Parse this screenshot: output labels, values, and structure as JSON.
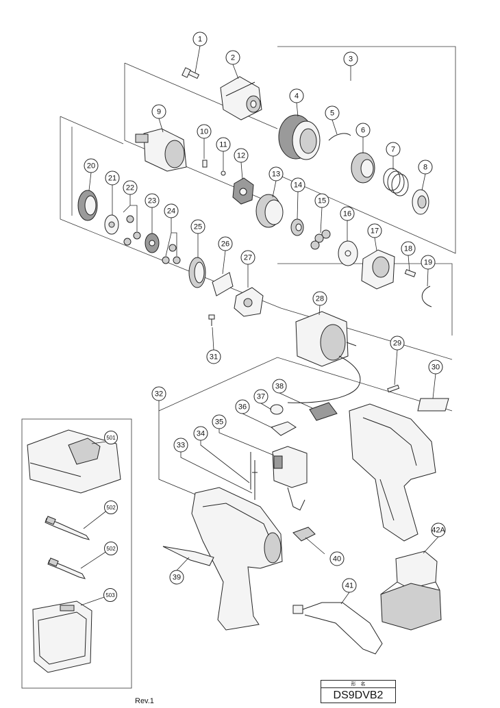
{
  "diagram": {
    "callouts": [
      "1",
      "2",
      "3",
      "4",
      "5",
      "6",
      "7",
      "8",
      "9",
      "10",
      "11",
      "12",
      "13",
      "14",
      "15",
      "16",
      "17",
      "18",
      "19",
      "20",
      "21",
      "22",
      "23",
      "24",
      "25",
      "26",
      "27",
      "28",
      "29",
      "30",
      "31",
      "32",
      "33",
      "34",
      "35",
      "36",
      "37",
      "38",
      "39",
      "40",
      "41",
      "42A"
    ],
    "accessory_callouts": [
      "501",
      "502",
      "502",
      "503"
    ],
    "revision": "Rev.1",
    "model_header": "形　名",
    "model_name": "DS9DVB2"
  }
}
